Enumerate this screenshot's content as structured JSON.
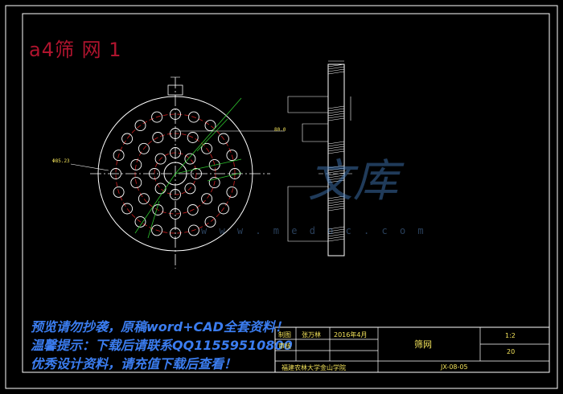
{
  "drawing": {
    "title": "a4筛 网 1",
    "dim_diameter": "Φ85.23",
    "dim_right": "80.0"
  },
  "notes": {
    "line1": "预览请勿抄袭，原稿word+CAD全套资料！",
    "line2": "温馨提示：下载后请联系QQ11559510800",
    "line3": "优秀设计资料，请充值下载后查看！"
  },
  "watermark": {
    "cn": "文库",
    "url": "w w w . m e d o c . c o m"
  },
  "title_block": {
    "designer_label": "制图",
    "designer_name": "张万林",
    "date": "2016年4月",
    "checker_label": "审核",
    "part_name": "筛网",
    "scale": "1:2",
    "quantity": "20",
    "school": "福建农林大学金山学院",
    "drawing_no": "JX-08-05"
  },
  "colors": {
    "background": "#000000",
    "frame": "#ffffff",
    "dim": "#f2e25a",
    "circle": "#ffffff",
    "centerline": "#d02020",
    "leader": "#2ec52e",
    "section": "#ffffff"
  }
}
